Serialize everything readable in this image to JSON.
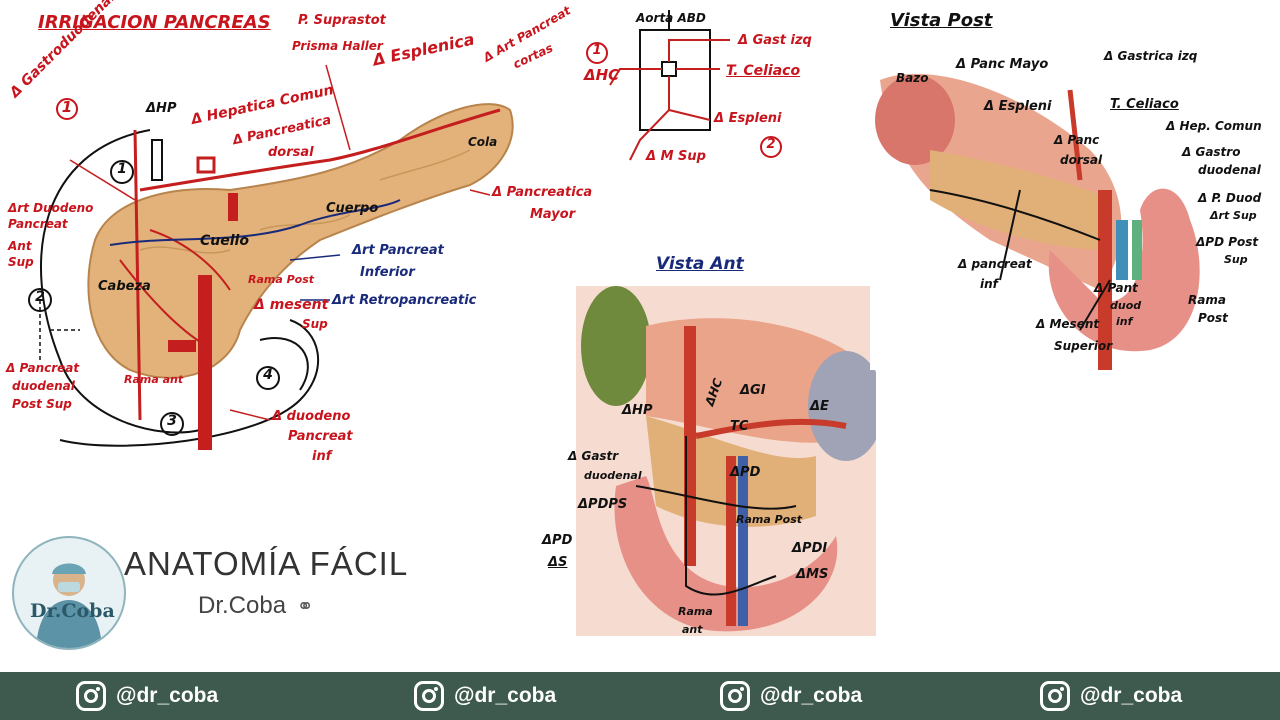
{
  "left_diagram": {
    "title": "IRRIGACION PANCREAS",
    "labels": {
      "sup_ahp": "ΔHP",
      "hepatica_comun": "Δ Hepatica Comun",
      "p_supraduod": "P. Suprastot",
      "prisma": "Prisma Haller",
      "esplenica": "Δ Esplenica",
      "art_pancreat_cortas": "Δ Art Pancreat",
      "cortas": "cortas",
      "gastroduodenal": "Δ Gastroduodenal",
      "num1_circle": "1",
      "pancreatica_dorsal": "Δ Pancreatica",
      "dorsal": "dorsal",
      "cola": "Cola",
      "art_duodeno": "Δrt Duodeno",
      "pancreat": "Pancreat",
      "ant": "Ant",
      "sup": "Sup",
      "pancreatica_mayor": "Δ Pancreatica",
      "mayor": "Mayor",
      "cuerpo": "Cuerpo",
      "cuello": "Cuello",
      "art_pancreat_inferior": "Δrt Pancreat",
      "inferior": "Inferior",
      "cabeza": "Cabeza",
      "rama_post": "Rama Post",
      "art_retropancreatic": "Δrt Retropancreatic",
      "mesent_sup": "Δ mesent",
      "sup2": "Sup",
      "pancreat_duodenal": "Δ Pancreat",
      "duodenal": "duodenal",
      "post_sup": "Post Sup",
      "rama_ant": "Rama ant",
      "duodeno_pancreat": "Δ duodeno",
      "pancreat2": "Pancreat",
      "inf": "inf",
      "n1": "1",
      "n2": "2",
      "n3": "3",
      "n4": "4"
    }
  },
  "celiac_diagram": {
    "labels": {
      "aorta_abd": "Aorta ABD",
      "gastrica_izq": "Δ Gast izq",
      "ahc": "ΔHC",
      "num1": "1",
      "tronco_celiaco": "T. Celiaco",
      "esplenica": "Δ Espleni",
      "num2": "2",
      "m_sup": "Δ M Sup"
    }
  },
  "anterior_view": {
    "title": "Vista Ant",
    "labels": {
      "ahp": "ΔHP",
      "ahc": "ΔHC",
      "agi": "ΔGI",
      "ae": "ΔE",
      "tc": "TC",
      "gastroduodenal": "Δ Gastr",
      "duodenal": "duodenal",
      "apd": "ΔPD",
      "apdps": "ΔPDPS",
      "rama_post": "Rama Post",
      "apd_as": "ΔPD",
      "as": "ΔS",
      "apdi": "ΔPDI",
      "ams": "ΔMS",
      "rama_ant": "Rama",
      "ant": "ant"
    }
  },
  "posterior_view": {
    "title": "Vista Post",
    "labels": {
      "gastrica_izq": "Δ Gastrica izq",
      "panc_mayor": "Δ Panc Mayo",
      "bazo": "Bazo",
      "esplenica": "Δ Espleni",
      "t_celiaco": "T. Celiaco",
      "hep_comun": "Δ Hep. Comun",
      "panc_dorsal": "Δ Panc",
      "dorsal": "dorsal",
      "gastro_duodenal": "Δ Gastro",
      "duodenal2": "duodenal",
      "p_duod": "Δ P. Duod",
      "art_sup": "Δrt Sup",
      "pancreat_inf": "Δ pancreat",
      "inf": "inf",
      "pd_post_sup": "ΔPD Post",
      "sup": "Sup",
      "pant_duod": "Δ Pant",
      "duod": "duod",
      "inf2": "inf",
      "rama_post": "Rama",
      "post": "Post",
      "mesent": "Δ Mesent",
      "superior": "Superior"
    }
  },
  "brand": {
    "title": "ANATOMÍA FÁCIL",
    "subtitle": "Dr.Coba",
    "logo_text": "Dr.Coba"
  },
  "footer": {
    "handles": [
      "@dr_coba",
      "@dr_coba",
      "@dr_coba",
      "@dr_coba"
    ]
  },
  "colors": {
    "footer_bg": "#3e5a4f",
    "ink_red": "#c8141c",
    "ink_blue": "#1a2a7a",
    "pancreas": "#e2b27a",
    "artery": "#c41e1e"
  }
}
